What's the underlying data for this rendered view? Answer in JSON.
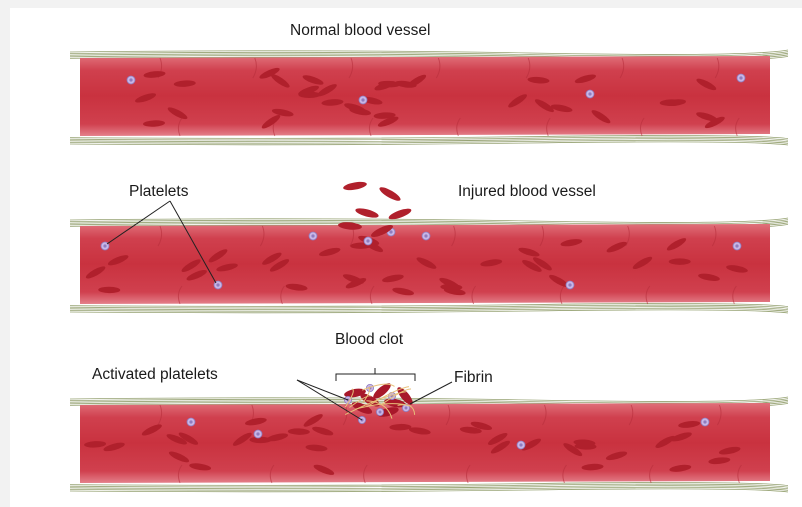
{
  "diagram": {
    "normal_title": "Normal blood vessel",
    "injured_title": "Injured blood vessel",
    "platelets_label": "Platelets",
    "blood_clot_label": "Blood clot",
    "activated_label": "Activated platelets",
    "fibrin_label": "Fibrin"
  },
  "colors": {
    "vessel_wall": "#d0404e",
    "vessel_inner": "#c9323f",
    "red_cell": "#b0202c",
    "platelet": "#c9b6e6",
    "fibrin": "#7a8a4e",
    "clot": "#a8182a",
    "fibrin_thread": "#e8c07a"
  }
}
